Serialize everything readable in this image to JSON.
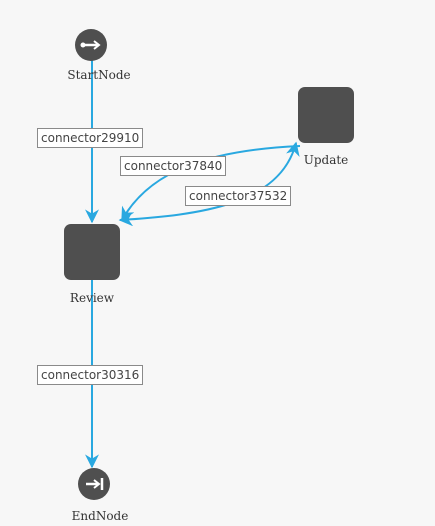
{
  "nodes": {
    "start": {
      "label": "StartNode",
      "icon": "start-arrow-icon"
    },
    "review": {
      "label": "Review"
    },
    "update": {
      "label": "Update"
    },
    "end": {
      "label": "EndNode",
      "icon": "end-arrow-icon"
    }
  },
  "connectors": {
    "c29910": {
      "label": "connector29910"
    },
    "c37840": {
      "label": "connector37840"
    },
    "c37532": {
      "label": "connector37532"
    },
    "c30316": {
      "label": "connector30316"
    }
  },
  "colors": {
    "connector": "#29a8e0",
    "node": "#4f4f4f",
    "background": "#f7f7f7"
  }
}
